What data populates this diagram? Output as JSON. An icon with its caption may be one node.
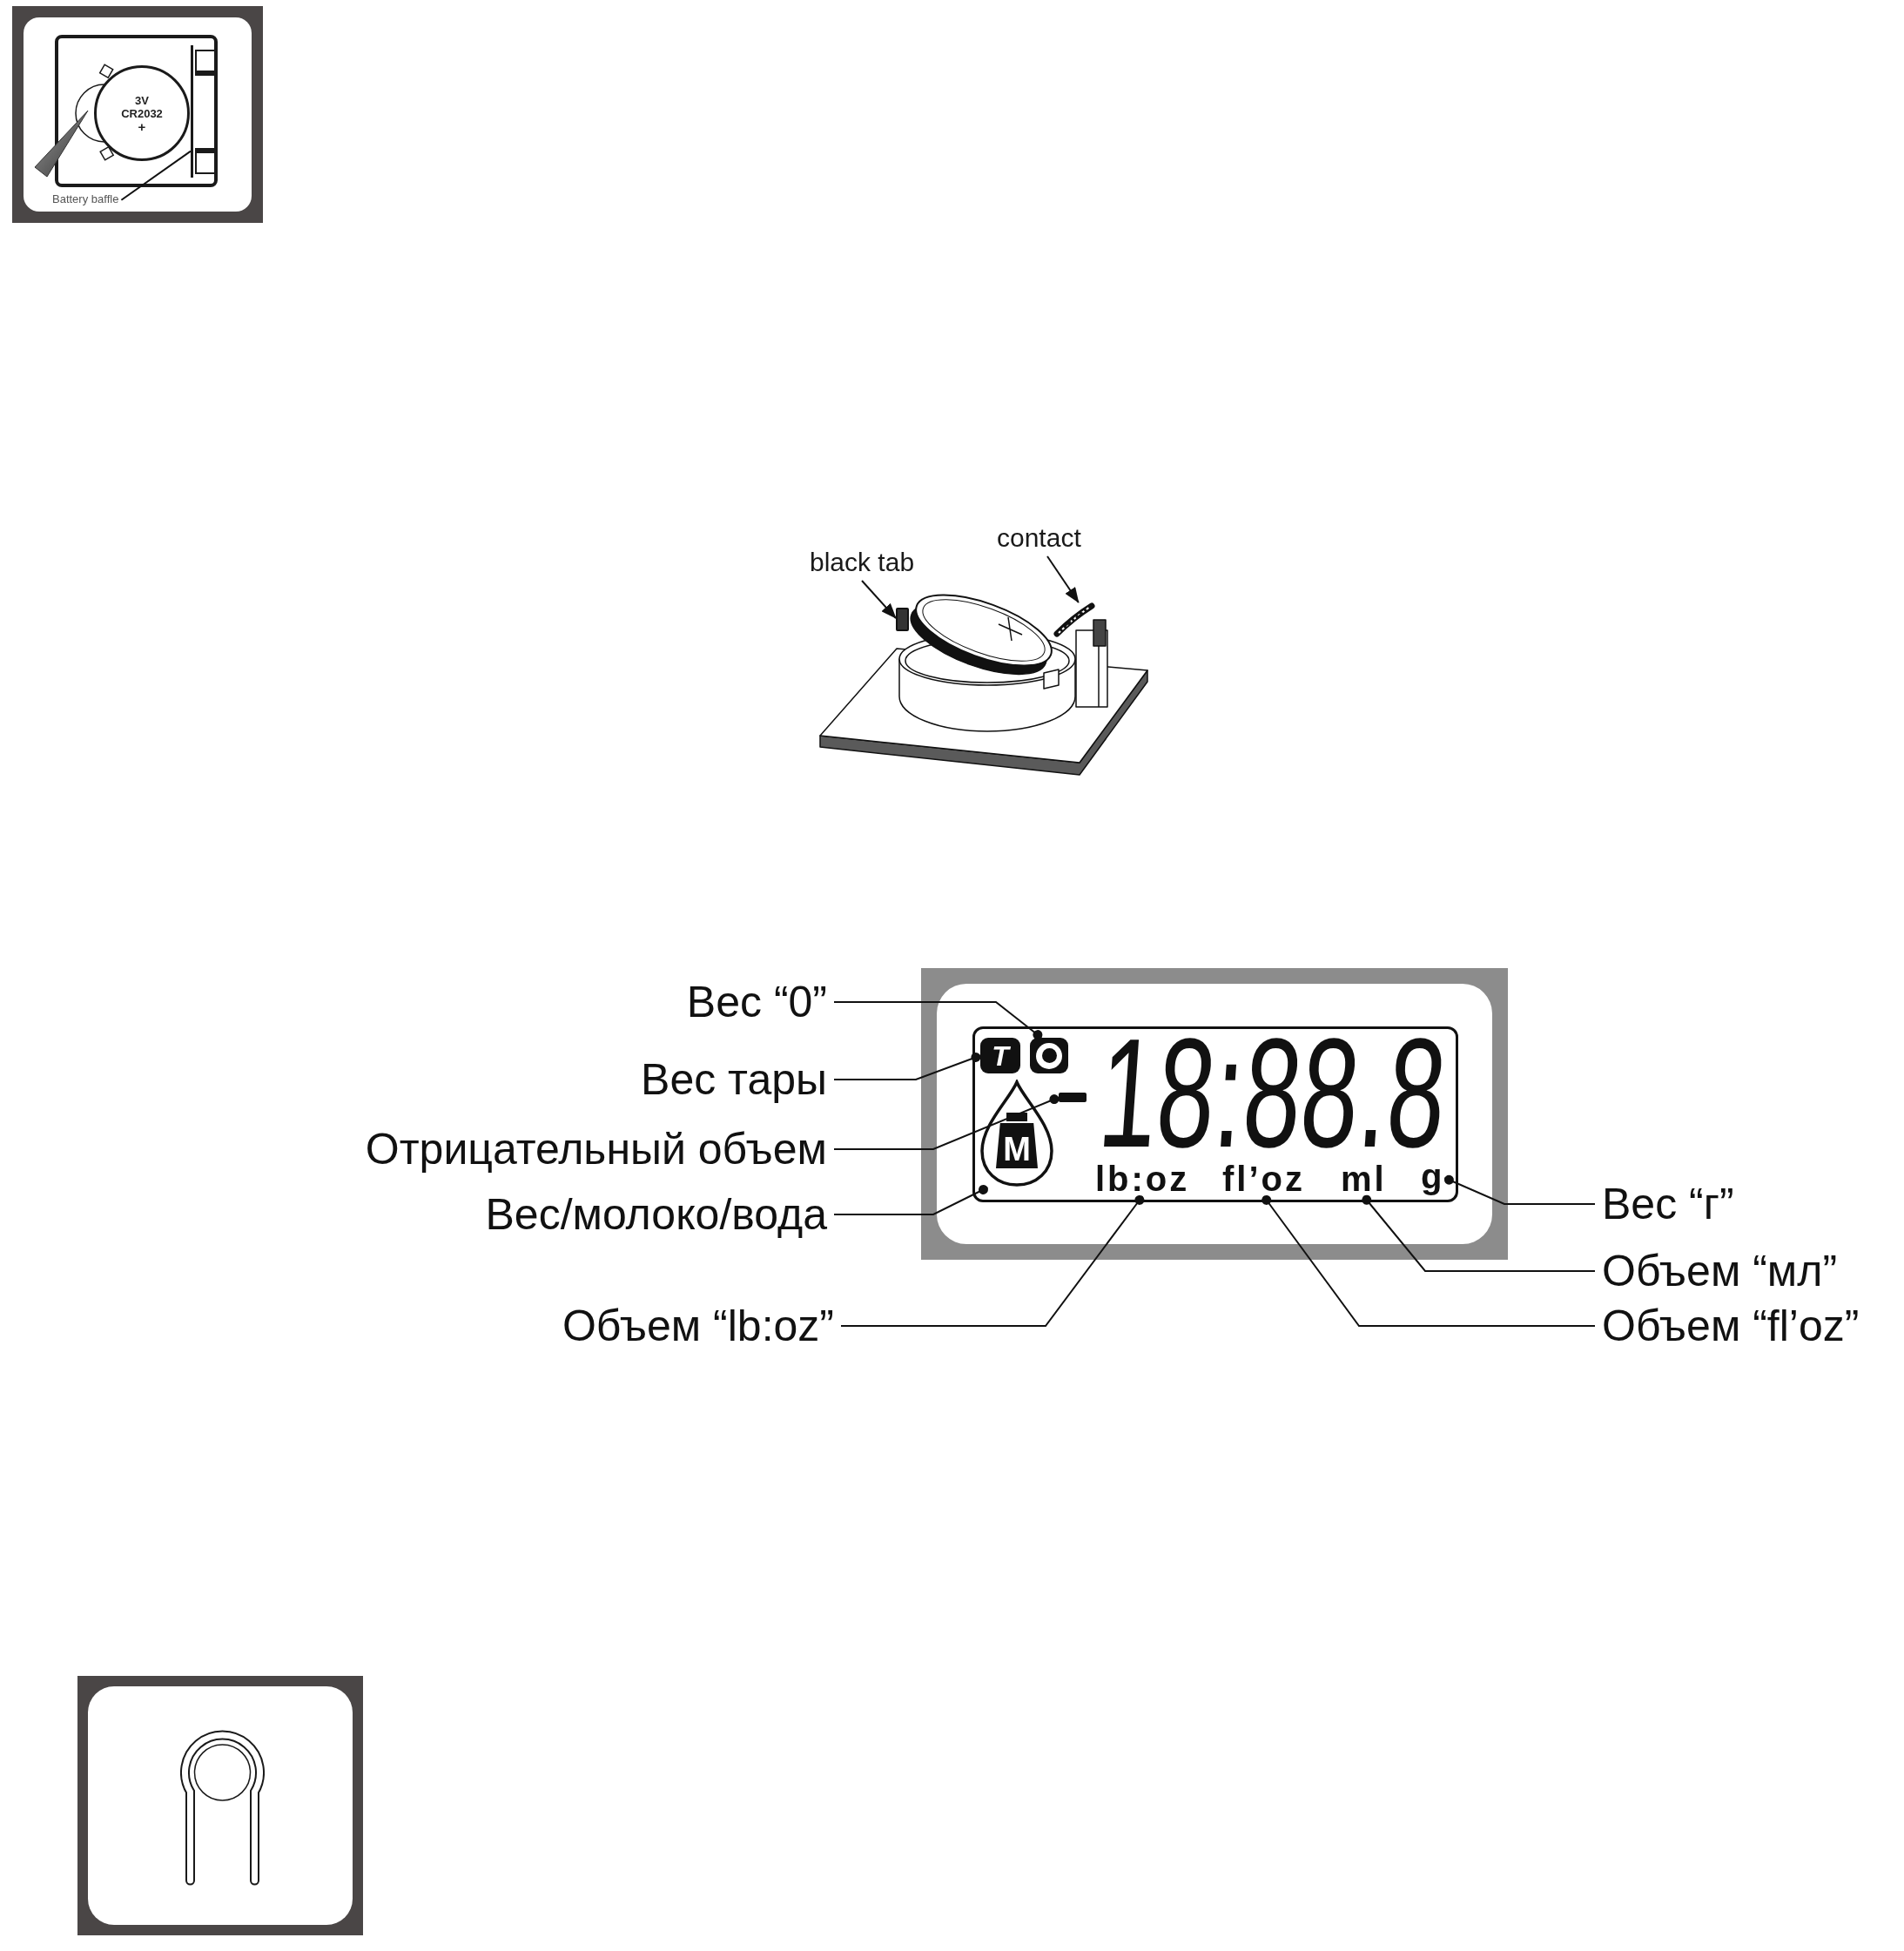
{
  "diagram": {
    "nodes": [
      {
        "text": [
          "3V CR2032",
          "+"
        ]
      },
      {
        "text": [],
        "shape": "bar"
      },
      {
        "text": [
          "Battery baffle"
        ]
      },
      {
        "text": [
          "black tab"
        ]
      },
      {
        "text": [
          "contact"
        ]
      },
      {
        "text": [],
        "shape": "box"
      },
      {
        "text": [],
        "shape": "picture"
      },
      {
        "text": [],
        "shape": "box"
      },
      {
        "text": [],
        "shape": "box",
        "in": 7
      },
      {
        "text": [
          "T"
        ],
        "in": 8
      },
      {
        "text": [],
        "shape": "box",
        "in": 8
      },
      {
        "text": [],
        "shape": "bar",
        "in": 8
      },
      {
        "text": [
          "M"
        ],
        "in": 8
      },
      {
        "text": [
          "lb:oz"
        ],
        "in": 8
      },
      {
        "text": [
          "fl’oz"
        ],
        "in": 8
      },
      {
        "text": [
          "ml"
        ],
        "in": 8
      },
      {
        "text": [
          "g"
        ],
        "in": 8
      },
      {
        "text": [
          "Вес “0”"
        ]
      },
      {
        "text": [
          "Вес тары"
        ]
      },
      {
        "text": [
          "Отрицательный объем"
        ]
      },
      {
        "text": [
          "Вес/молоко/вода"
        ]
      },
      {
        "text": [
          "Вес “г”"
        ]
      },
      {
        "text": [
          "Объем “мл”"
        ]
      },
      {
        "text": [
          "Объем “lb:oz”"
        ]
      },
      {
        "text": [
          "Объем “fl’oz”"
        ]
      }
    ],
    "edges": [
      {
        "from": 2,
        "to": 1,
        "arrow": "none"
      },
      {
        "from": 3,
        "to": 5,
        "arrow": "to"
      },
      {
        "from": 4,
        "to": 6,
        "arrow": "to"
      },
      {
        "from": 17,
        "to": 10,
        "arrow": "other"
      },
      {
        "from": 18,
        "to": 9,
        "arrow": "other"
      },
      {
        "from": 19,
        "to": 11,
        "arrow": "other"
      },
      {
        "from": 20,
        "to": 12,
        "arrow": "other"
      },
      {
        "from": 21,
        "to": 16,
        "arrow": "other"
      },
      {
        "from": 22,
        "to": 15,
        "arrow": "other"
      },
      {
        "from": 23,
        "to": 13,
        "arrow": "other"
      },
      {
        "from": 24,
        "to": 14,
        "arrow": "other"
      }
    ],
    "labels": [
      "18:88.8"
    ]
  }
}
